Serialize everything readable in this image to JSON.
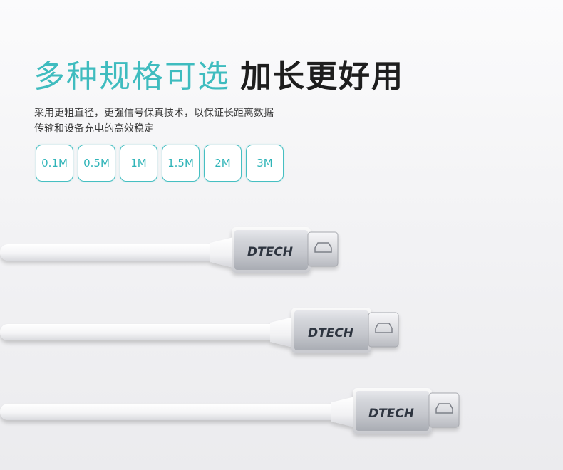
{
  "headline": {
    "accent": "多种规格可选",
    "dark": "加长更好用"
  },
  "description": {
    "line1": "采用更粗直径，更强信号保真技术，以保证长距离数据",
    "line2": "传输和设备充电的高效稳定"
  },
  "lengths": [
    "0.1M",
    "0.5M",
    "1M",
    "1.5M",
    "2M",
    "3M"
  ],
  "cables": [
    {
      "brand": "DTECH"
    },
    {
      "brand": "DTECH"
    },
    {
      "brand": "DTECH"
    }
  ],
  "colors": {
    "accent": "#3fbcbf",
    "headline_dark": "#1e1e1e",
    "cable": "#f7f7f8",
    "connector": "#cfd1d6"
  }
}
